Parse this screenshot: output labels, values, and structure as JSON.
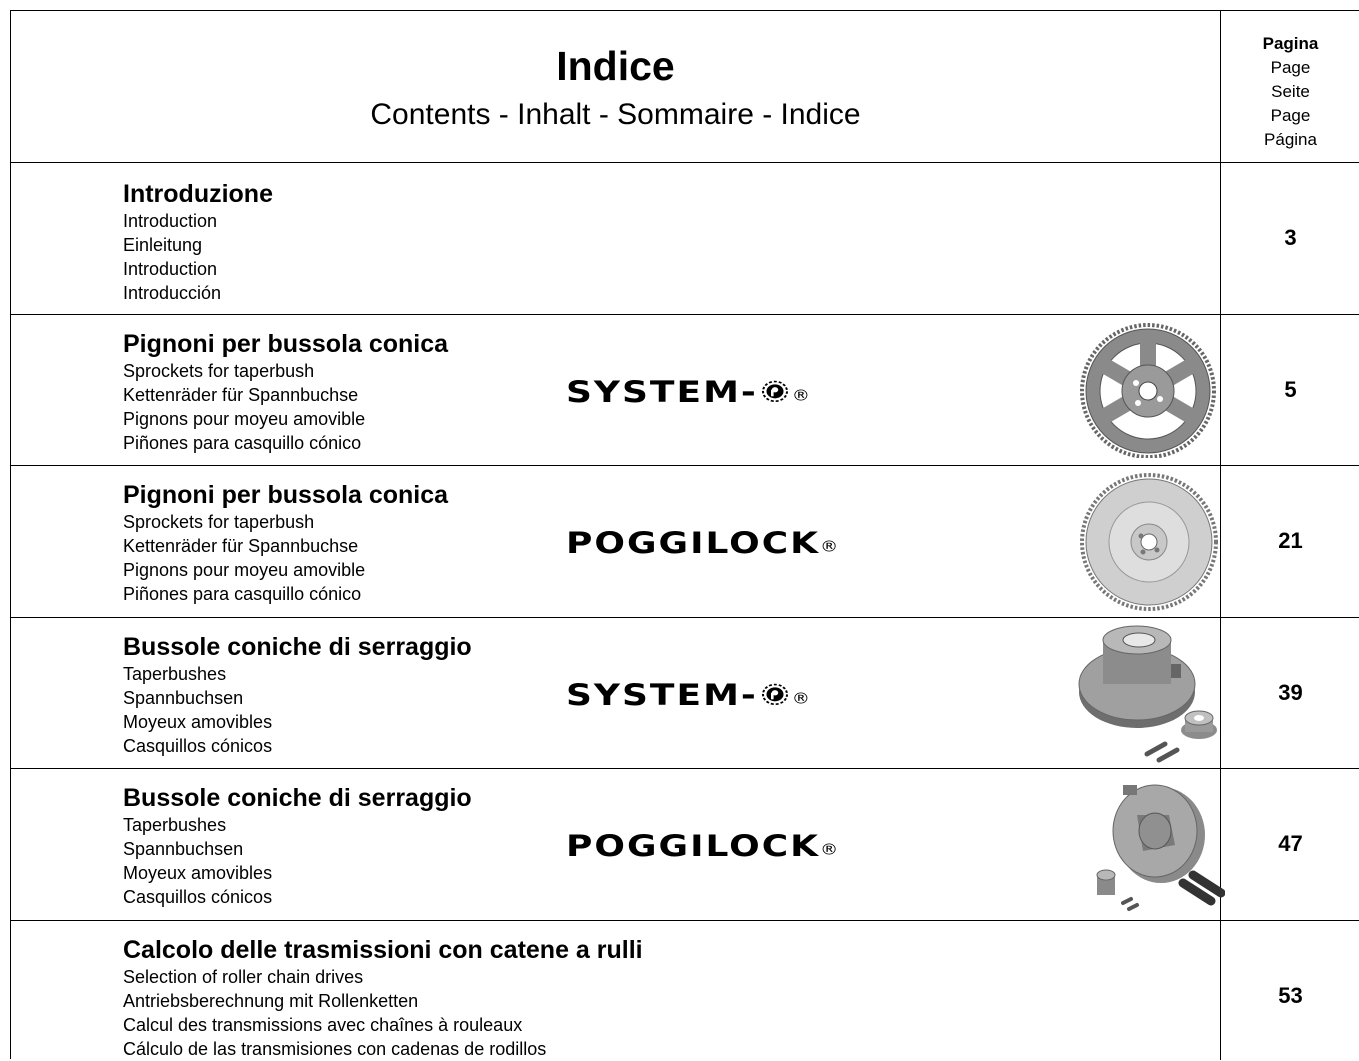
{
  "header": {
    "title": "Indice",
    "subtitle": "Contents - Inhalt - Sommaire - Indice",
    "page_labels": [
      "Pagina",
      "Page",
      "Seite",
      "Page",
      "Página"
    ]
  },
  "sections": [
    {
      "title": "Introduzione",
      "lines": [
        "Introduction",
        "Einleitung",
        "Introduction",
        "Introducción"
      ],
      "page": "3"
    },
    {
      "title": "Pignoni per bussola conica",
      "lines": [
        "Sprockets for taperbush",
        "Kettenräder für Spannbuchse",
        "Pignons pour moyeu amovible",
        "Piñones para casquillo cónico"
      ],
      "logo": "SYSTEM-",
      "page": "5"
    },
    {
      "title": "Pignoni per bussola conica",
      "lines": [
        "Sprockets for taperbush",
        "Kettenräder für Spannbuchse",
        "Pignons pour moyeu amovible",
        "Piñones para casquillo cónico"
      ],
      "logo": "POGGILOCK",
      "page": "21"
    },
    {
      "title": "Bussole coniche di serraggio",
      "lines": [
        "Taperbushes",
        "Spannbuchsen",
        "Moyeux amovibles",
        "Casquillos cónicos"
      ],
      "logo": "SYSTEM-",
      "page": "39"
    },
    {
      "title": "Bussole coniche di serraggio",
      "lines": [
        "Taperbushes",
        "Spannbuchsen",
        "Moyeux amovibles",
        "Casquillos cónicos"
      ],
      "logo": "POGGILOCK",
      "page": "47"
    },
    {
      "title": "Calcolo delle trasmissioni con catene a rulli",
      "lines": [
        "Selection of roller chain drives",
        "Antriebsberechnung mit Rollenketten",
        "Calcul des transmissions avec chaînes à rouleaux",
        "Cálculo de las transmisiones con cadenas de rodillos"
      ],
      "page": "53"
    }
  ],
  "registered_mark": "®"
}
